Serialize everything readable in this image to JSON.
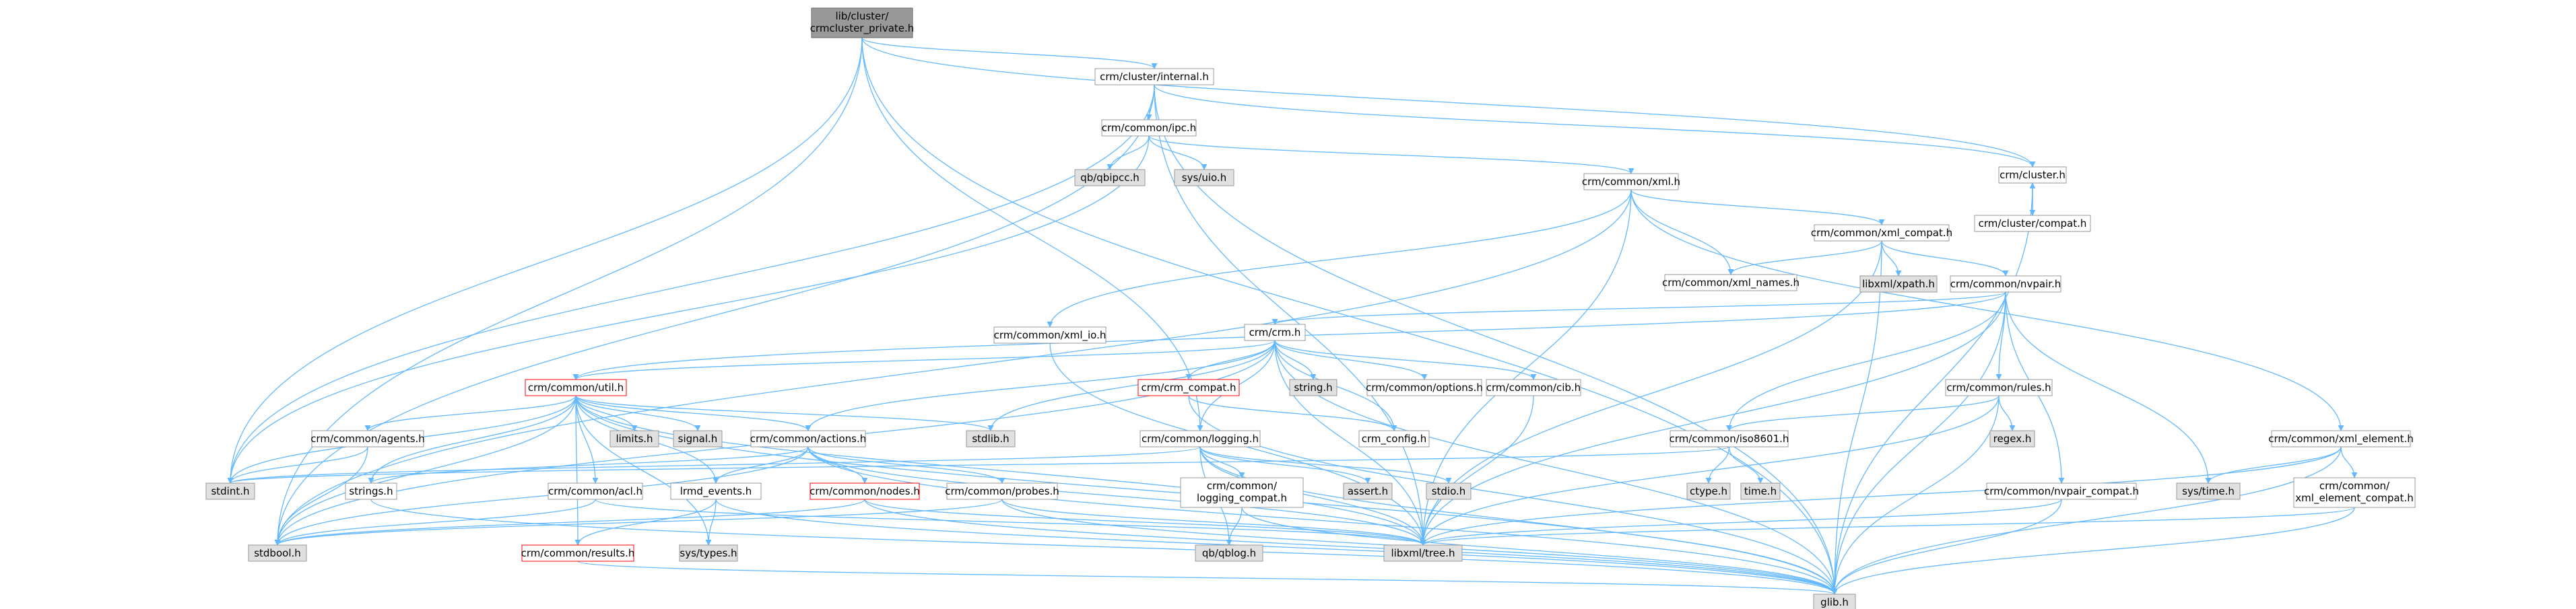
{
  "colors": {
    "edge": "#63b8ff",
    "node_border": "#999999",
    "node_fill": "#ffffff",
    "sys_fill": "#e0e0e0",
    "sys_border": "#999999",
    "root_fill": "#999999",
    "root_border": "#666666",
    "truncated_border": "#ff0000"
  },
  "nodes": [
    {
      "id": "root",
      "label": "lib/cluster/crmcluster_private.h",
      "kind": "root"
    },
    {
      "id": "internal",
      "label": "crm/cluster/internal.h",
      "kind": "normal"
    },
    {
      "id": "cluster",
      "label": "crm/cluster.h",
      "kind": "normal"
    },
    {
      "id": "cluster_compat",
      "label": "crm/cluster/compat.h",
      "kind": "normal"
    },
    {
      "id": "ipc",
      "label": "crm/common/ipc.h",
      "kind": "normal"
    },
    {
      "id": "qbipcc",
      "label": "qb/qbipcc.h",
      "kind": "system"
    },
    {
      "id": "sysuio",
      "label": "sys/uio.h",
      "kind": "system"
    },
    {
      "id": "xml",
      "label": "crm/common/xml.h",
      "kind": "normal"
    },
    {
      "id": "xml_compat",
      "label": "crm/common/xml_compat.h",
      "kind": "normal"
    },
    {
      "id": "xml_names",
      "label": "crm/common/xml_names.h",
      "kind": "normal"
    },
    {
      "id": "xpath",
      "label": "libxml/xpath.h",
      "kind": "system"
    },
    {
      "id": "nvpair",
      "label": "crm/common/nvpair.h",
      "kind": "normal"
    },
    {
      "id": "xml_io",
      "label": "crm/common/xml_io.h",
      "kind": "normal"
    },
    {
      "id": "crm",
      "label": "crm/crm.h",
      "kind": "normal"
    },
    {
      "id": "util",
      "label": "crm/common/util.h",
      "kind": "truncated"
    },
    {
      "id": "crm_compat",
      "label": "crm/crm_compat.h",
      "kind": "truncated"
    },
    {
      "id": "string",
      "label": "string.h",
      "kind": "system"
    },
    {
      "id": "options",
      "label": "crm/common/options.h",
      "kind": "normal"
    },
    {
      "id": "cib",
      "label": "crm/common/cib.h",
      "kind": "normal"
    },
    {
      "id": "rules",
      "label": "crm/common/rules.h",
      "kind": "normal"
    },
    {
      "id": "regex",
      "label": "regex.h",
      "kind": "system"
    },
    {
      "id": "iso8601",
      "label": "crm/common/iso8601.h",
      "kind": "normal"
    },
    {
      "id": "ctype",
      "label": "ctype.h",
      "kind": "system"
    },
    {
      "id": "timeh",
      "label": "time.h",
      "kind": "system"
    },
    {
      "id": "nvpair_compat",
      "label": "crm/common/nvpair_compat.h",
      "kind": "normal"
    },
    {
      "id": "xml_element",
      "label": "crm/common/xml_element.h",
      "kind": "normal"
    },
    {
      "id": "systime",
      "label": "sys/time.h",
      "kind": "system"
    },
    {
      "id": "xml_element_compat",
      "label": "crm/common/xml_element_compat.h",
      "kind": "normal"
    },
    {
      "id": "agents",
      "label": "crm/common/agents.h",
      "kind": "normal"
    },
    {
      "id": "limits",
      "label": "limits.h",
      "kind": "system"
    },
    {
      "id": "signal",
      "label": "signal.h",
      "kind": "system"
    },
    {
      "id": "actions",
      "label": "crm/common/actions.h",
      "kind": "normal"
    },
    {
      "id": "stdlib",
      "label": "stdlib.h",
      "kind": "system"
    },
    {
      "id": "logging",
      "label": "crm/common/logging.h",
      "kind": "normal"
    },
    {
      "id": "crm_config",
      "label": "crm_config.h",
      "kind": "normal"
    },
    {
      "id": "stdint",
      "label": "stdint.h",
      "kind": "system"
    },
    {
      "id": "strings",
      "label": "strings.h",
      "kind": "normal"
    },
    {
      "id": "acl",
      "label": "crm/common/acl.h",
      "kind": "normal"
    },
    {
      "id": "lrmd_events",
      "label": "lrmd_events.h",
      "kind": "normal"
    },
    {
      "id": "nodes",
      "label": "crm/common/nodes.h",
      "kind": "truncated"
    },
    {
      "id": "probes",
      "label": "crm/common/probes.h",
      "kind": "normal"
    },
    {
      "id": "logging_compat",
      "label": "crm/common/logging_compat.h",
      "kind": "normal"
    },
    {
      "id": "assert",
      "label": "assert.h",
      "kind": "system"
    },
    {
      "id": "stdio",
      "label": "stdio.h",
      "kind": "system"
    },
    {
      "id": "qblog",
      "label": "qb/qblog.h",
      "kind": "system"
    },
    {
      "id": "results",
      "label": "crm/common/results.h",
      "kind": "truncated"
    },
    {
      "id": "systypes",
      "label": "sys/types.h",
      "kind": "system"
    },
    {
      "id": "stdbool",
      "label": "stdbool.h",
      "kind": "system"
    },
    {
      "id": "libxmltree",
      "label": "libxml/tree.h",
      "kind": "system"
    },
    {
      "id": "glib",
      "label": "glib.h",
      "kind": "system"
    }
  ],
  "edges": [
    [
      "root",
      "internal"
    ],
    [
      "root",
      "cluster"
    ],
    [
      "root",
      "glib"
    ],
    [
      "root",
      "stdbool"
    ],
    [
      "root",
      "stdint"
    ],
    [
      "root",
      "logging"
    ],
    [
      "internal",
      "cluster"
    ],
    [
      "internal",
      "ipc"
    ],
    [
      "internal",
      "stdbool"
    ],
    [
      "internal",
      "stdint"
    ],
    [
      "internal",
      "libxmltree"
    ],
    [
      "internal",
      "glib"
    ],
    [
      "cluster",
      "cluster_compat"
    ],
    [
      "cluster",
      "glib"
    ],
    [
      "cluster_compat",
      "cluster"
    ],
    [
      "ipc",
      "qbipcc"
    ],
    [
      "ipc",
      "sysuio"
    ],
    [
      "ipc",
      "xml"
    ],
    [
      "ipc",
      "stdint"
    ],
    [
      "xml",
      "xml_compat"
    ],
    [
      "xml",
      "xml_names"
    ],
    [
      "xml",
      "xml_io"
    ],
    [
      "xml",
      "xml_element"
    ],
    [
      "xml",
      "libxmltree"
    ],
    [
      "xml",
      "stdbool"
    ],
    [
      "xml_compat",
      "xml_names"
    ],
    [
      "xml_compat",
      "xpath"
    ],
    [
      "xml_compat",
      "nvpair"
    ],
    [
      "xml_compat",
      "libxmltree"
    ],
    [
      "xml_compat",
      "glib"
    ],
    [
      "nvpair",
      "crm"
    ],
    [
      "nvpair",
      "rules"
    ],
    [
      "nvpair",
      "iso8601"
    ],
    [
      "nvpair",
      "nvpair_compat"
    ],
    [
      "nvpair",
      "systime"
    ],
    [
      "nvpair",
      "libxmltree"
    ],
    [
      "nvpair",
      "glib"
    ],
    [
      "nvpair",
      "util"
    ],
    [
      "xml_io",
      "libxmltree"
    ],
    [
      "crm",
      "util"
    ],
    [
      "crm",
      "crm_compat"
    ],
    [
      "crm",
      "string"
    ],
    [
      "crm",
      "options"
    ],
    [
      "crm",
      "cib"
    ],
    [
      "crm",
      "crm_config"
    ],
    [
      "crm",
      "actions"
    ],
    [
      "crm",
      "logging"
    ],
    [
      "crm",
      "stdlib"
    ],
    [
      "crm",
      "libxmltree"
    ],
    [
      "crm",
      "glib"
    ],
    [
      "crm",
      "stdbool"
    ],
    [
      "crm_compat",
      "crm_config"
    ],
    [
      "crm_compat",
      "glib"
    ],
    [
      "cib",
      "libxmltree"
    ],
    [
      "rules",
      "regex"
    ],
    [
      "rules",
      "iso8601"
    ],
    [
      "rules",
      "libxmltree"
    ],
    [
      "rules",
      "glib"
    ],
    [
      "iso8601",
      "ctype"
    ],
    [
      "iso8601",
      "timeh"
    ],
    [
      "iso8601",
      "stdint"
    ],
    [
      "nvpair_compat",
      "libxmltree"
    ],
    [
      "nvpair_compat",
      "glib"
    ],
    [
      "xml_element",
      "systime"
    ],
    [
      "xml_element",
      "xml_element_compat"
    ],
    [
      "xml_element",
      "libxmltree"
    ],
    [
      "xml_element",
      "glib"
    ],
    [
      "xml_element_compat",
      "libxmltree"
    ],
    [
      "xml_element_compat",
      "glib"
    ],
    [
      "util",
      "agents"
    ],
    [
      "util",
      "limits"
    ],
    [
      "util",
      "signal"
    ],
    [
      "util",
      "stdlib"
    ],
    [
      "util",
      "actions"
    ],
    [
      "util",
      "strings"
    ],
    [
      "util",
      "acl"
    ],
    [
      "util",
      "lrmd_events"
    ],
    [
      "util",
      "results"
    ],
    [
      "util",
      "systypes"
    ],
    [
      "util",
      "stdint"
    ],
    [
      "util",
      "stdbool"
    ],
    [
      "util",
      "glib"
    ],
    [
      "util",
      "libxmltree"
    ],
    [
      "agents",
      "stdint"
    ],
    [
      "agents",
      "stdbool"
    ],
    [
      "actions",
      "stdbool"
    ],
    [
      "actions",
      "strings"
    ],
    [
      "actions",
      "lrmd_events"
    ],
    [
      "actions",
      "nodes"
    ],
    [
      "actions",
      "probes"
    ],
    [
      "actions",
      "glib"
    ],
    [
      "actions",
      "libxmltree"
    ],
    [
      "logging",
      "logging_compat"
    ],
    [
      "logging",
      "assert"
    ],
    [
      "logging",
      "stdio"
    ],
    [
      "logging",
      "qblog"
    ],
    [
      "logging",
      "stdint"
    ],
    [
      "logging",
      "libxmltree"
    ],
    [
      "logging",
      "glib"
    ],
    [
      "logging_compat",
      "qblog"
    ],
    [
      "logging_compat",
      "glib"
    ],
    [
      "strings",
      "glib"
    ],
    [
      "acl",
      "libxmltree"
    ],
    [
      "acl",
      "stdbool"
    ],
    [
      "lrmd_events",
      "results"
    ],
    [
      "lrmd_events",
      "systypes"
    ],
    [
      "lrmd_events",
      "glib"
    ],
    [
      "nodes",
      "stdbool"
    ],
    [
      "nodes",
      "glib"
    ],
    [
      "nodes",
      "libxmltree"
    ],
    [
      "probes",
      "stdbool"
    ],
    [
      "probes",
      "glib"
    ],
    [
      "probes",
      "libxmltree"
    ],
    [
      "results",
      "glib"
    ]
  ]
}
